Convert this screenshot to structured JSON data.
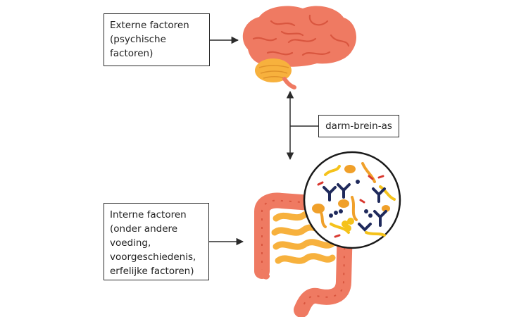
{
  "external_factors": {
    "lines": [
      "Externe factoren",
      "(psychische",
      "factoren)"
    ]
  },
  "internal_factors": {
    "lines": [
      "Interne factoren",
      "(onder andere",
      "voeding,",
      "voorgeschiedenis,",
      "erfelijke factoren)"
    ]
  },
  "axis_label": "darm-brein-as",
  "icons": [
    "brain-icon",
    "intestine-icon",
    "microbiome-icon"
  ],
  "colors": {
    "brain": "#ef7a62",
    "cerebellum": "#f7b13d",
    "intestine_large": "#ef7a62",
    "intestine_small": "#f7b13d",
    "bacteria_navy": "#1f2a5c",
    "bacteria_yellow": "#f5c21b",
    "bacteria_orange": "#f0a02a",
    "bacteria_red": "#d8382f"
  }
}
